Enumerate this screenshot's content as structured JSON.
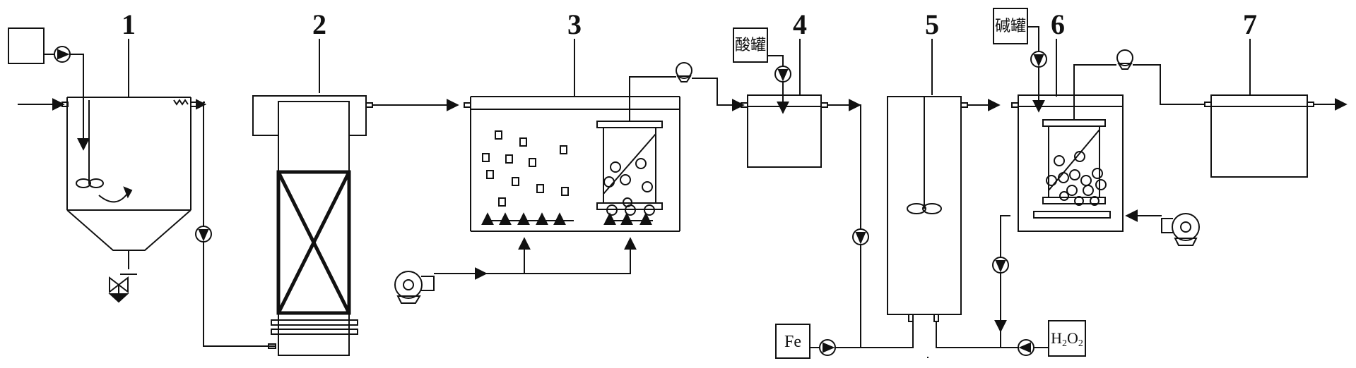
{
  "stage_numbers": [
    "1",
    "2",
    "3",
    "4",
    "5",
    "6",
    "7"
  ],
  "labels": {
    "acid_tank": "酸罐",
    "alkali_tank": "碱罐",
    "iron": "Fe",
    "h2o2_base": "H",
    "h2o2_sub": "2",
    "h2o2_o": "O",
    "h2o2_sub2": "2"
  },
  "colors": {
    "stroke": "#111111",
    "background": "#ffffff"
  }
}
